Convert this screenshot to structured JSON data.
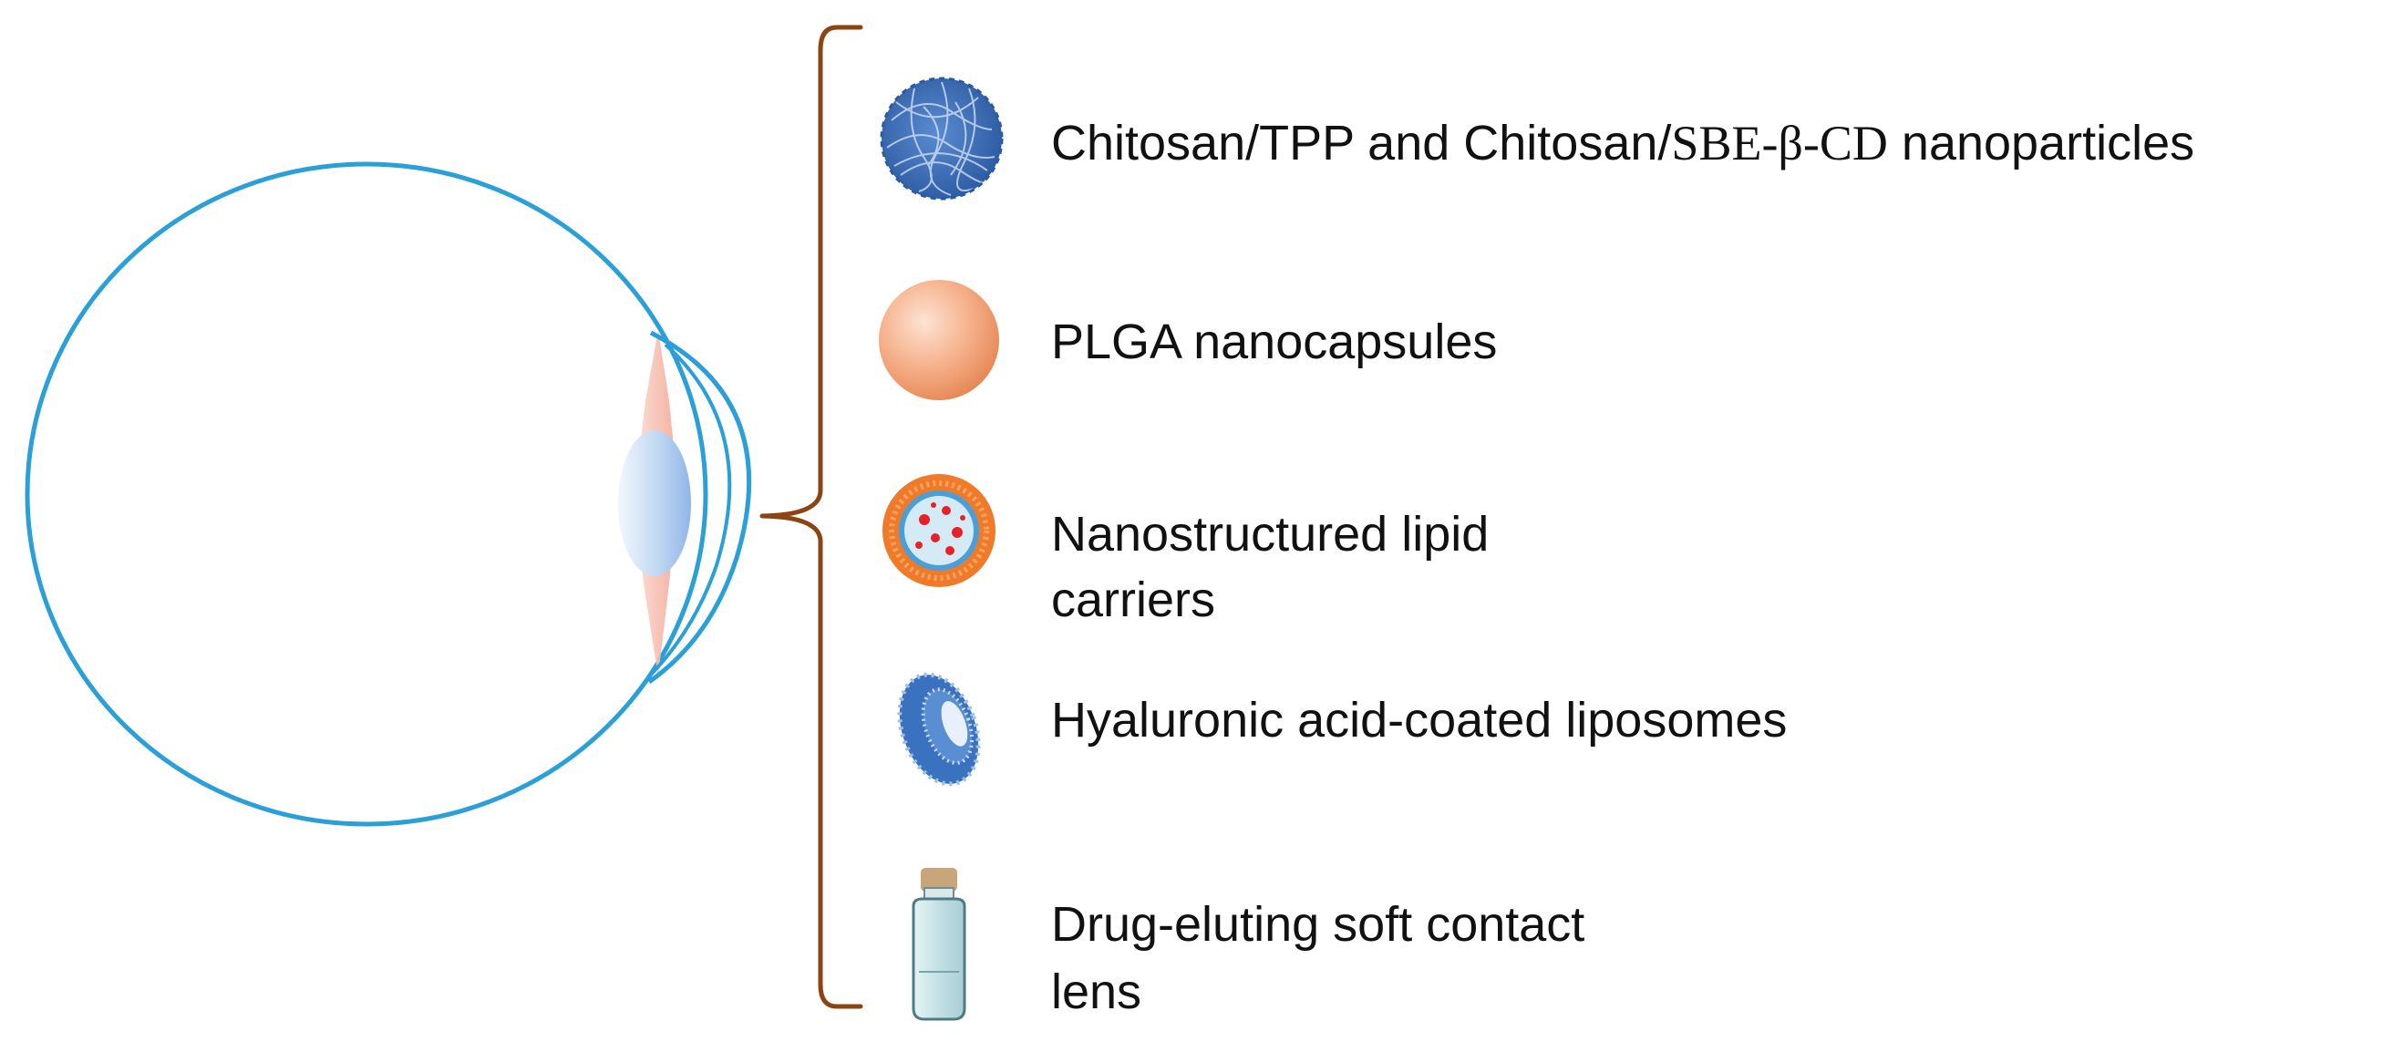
{
  "diagram": {
    "items": [
      {
        "id": "chitosan",
        "label_sans": "Chitosan/TPP and Chitosan/",
        "label_serif": "SBE-β-CD",
        "label_tail": " nanoparticles",
        "icon": "nanoparticle-mesh-icon"
      },
      {
        "id": "plga",
        "label": "PLGA nanocapsules",
        "icon": "nanocapsule-sphere-icon"
      },
      {
        "id": "nlc",
        "label_line1": "Nanostructured lipid",
        "label_line2": "carriers",
        "icon": "lipid-carrier-icon"
      },
      {
        "id": "liposome",
        "label": "Hyaluronic acid-coated liposomes",
        "icon": "liposome-icon"
      },
      {
        "id": "lens",
        "label_line1": "Drug-eluting soft contact",
        "label_line2": "lens",
        "icon": "vial-icon"
      }
    ],
    "colors": {
      "eye_outline": "#2a9fd8",
      "lens": "#a9c9ee",
      "iris": "#f6b9a8",
      "brace": "#8b4513",
      "mesh": "#3f6fb6",
      "sphere": "#f2a27a",
      "lipid_shell": "#f07a2a",
      "lipid_core": "#cfe6f4",
      "drug_dot": "#e8202a",
      "vial_glass": "#cfe8ec",
      "vial_cap": "#c9a57a"
    }
  }
}
